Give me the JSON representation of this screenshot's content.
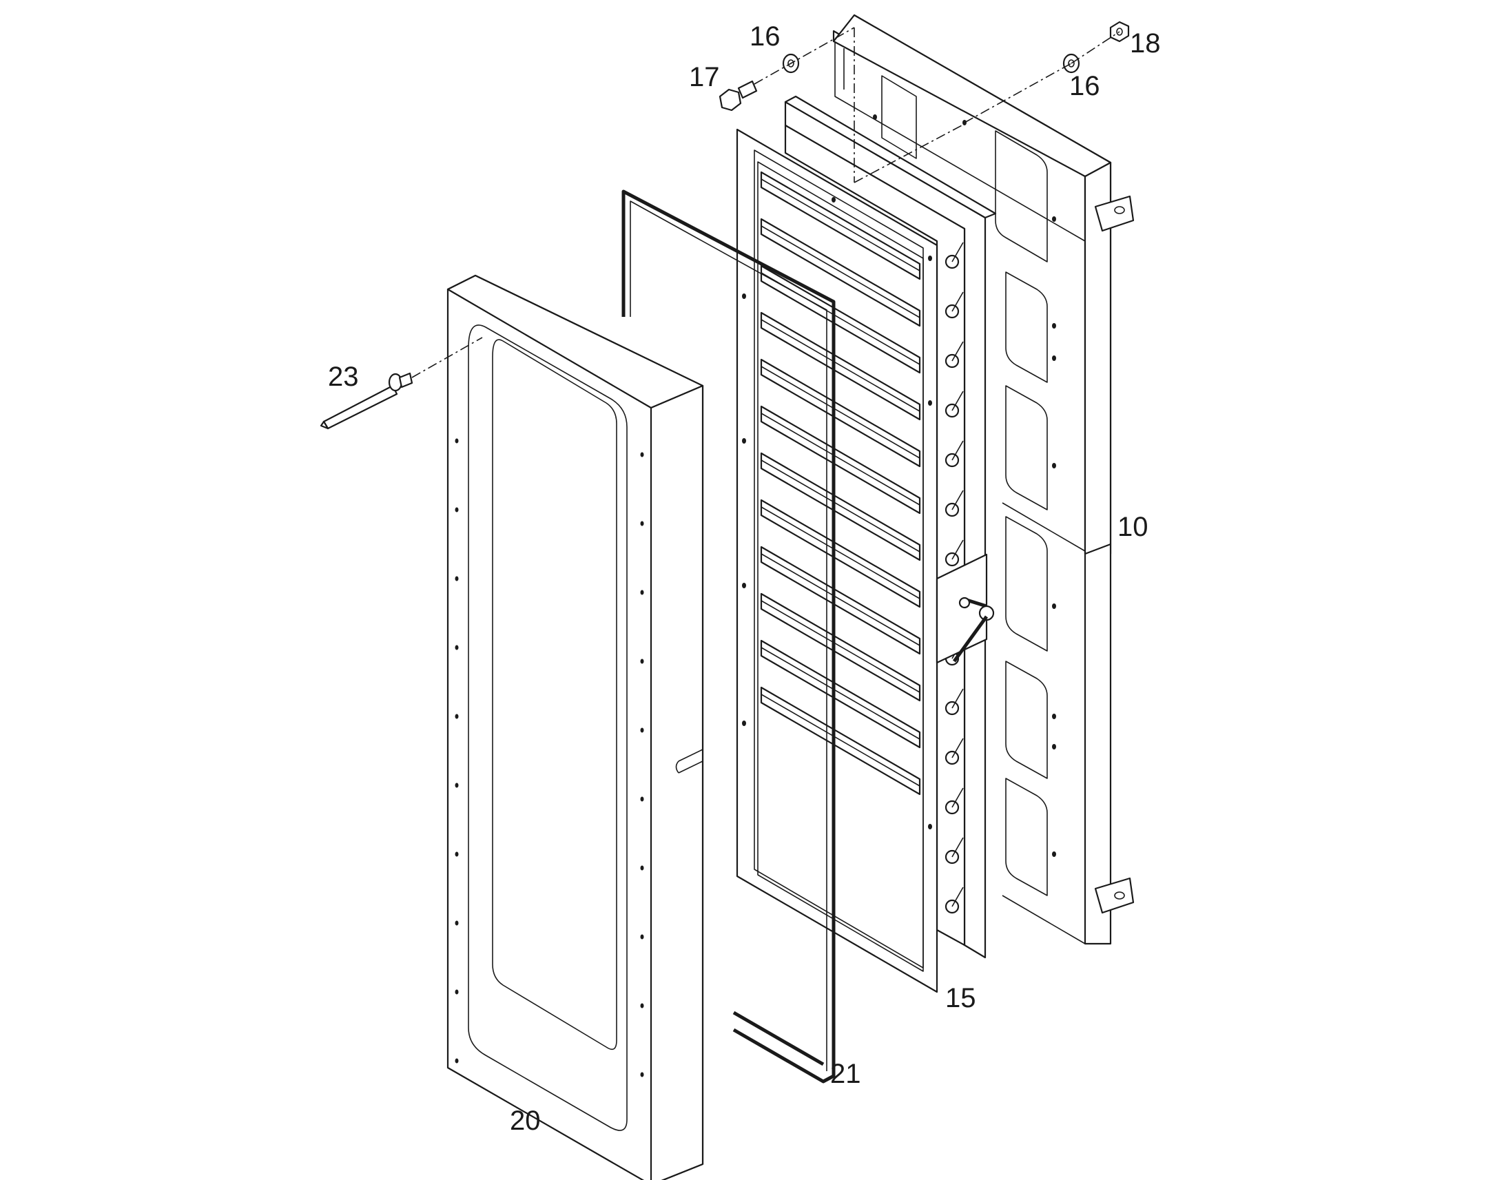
{
  "callouts": [
    {
      "id": "10",
      "text": "10"
    },
    {
      "id": "15",
      "text": "15"
    },
    {
      "id": "16a",
      "text": "16"
    },
    {
      "id": "16b",
      "text": "16"
    },
    {
      "id": "17",
      "text": "17"
    },
    {
      "id": "18",
      "text": "18"
    },
    {
      "id": "20",
      "text": "20"
    },
    {
      "id": "21",
      "text": "21"
    },
    {
      "id": "23",
      "text": "23"
    }
  ],
  "colors": {
    "ink": "#1a1a1a",
    "paper": "#ffffff"
  }
}
